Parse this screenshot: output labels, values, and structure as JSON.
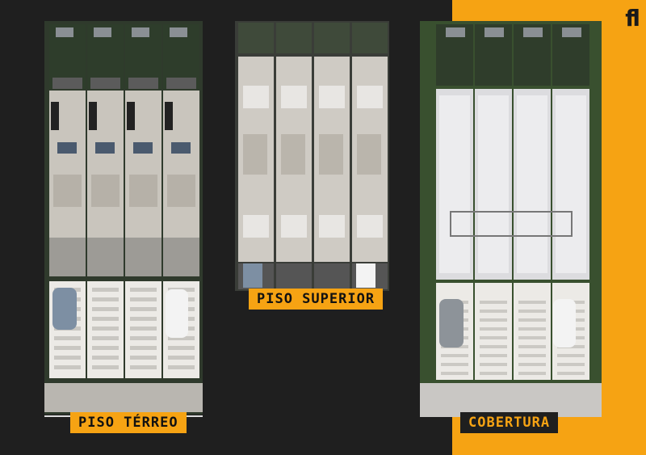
{
  "logo": {
    "text": "fl"
  },
  "plans": [
    {
      "label": "PISO TÉRREO"
    },
    {
      "label": "PISO SUPERIOR"
    },
    {
      "label": "COBERTURA"
    }
  ],
  "colors": {
    "accent": "#f6a313",
    "background": "#1f1f1f",
    "label_text": "#111111"
  }
}
